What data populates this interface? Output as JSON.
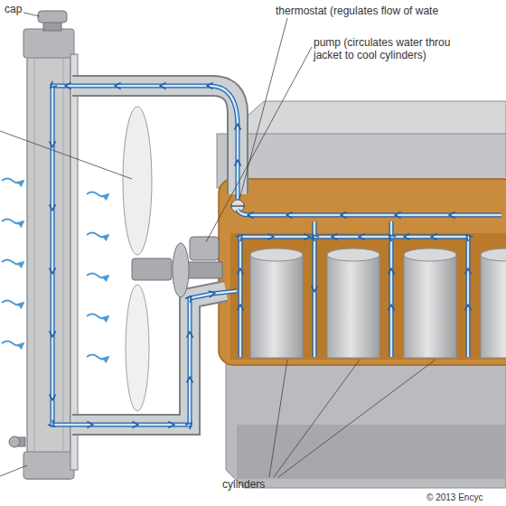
{
  "diagram": {
    "labels": [
      "cap",
      "thermostat (regulates flow of wate",
      "pump (circulates water throu jacket to cool cylinders)",
      "cylinders",
      "© 2013 Encyc"
    ]
  }
}
